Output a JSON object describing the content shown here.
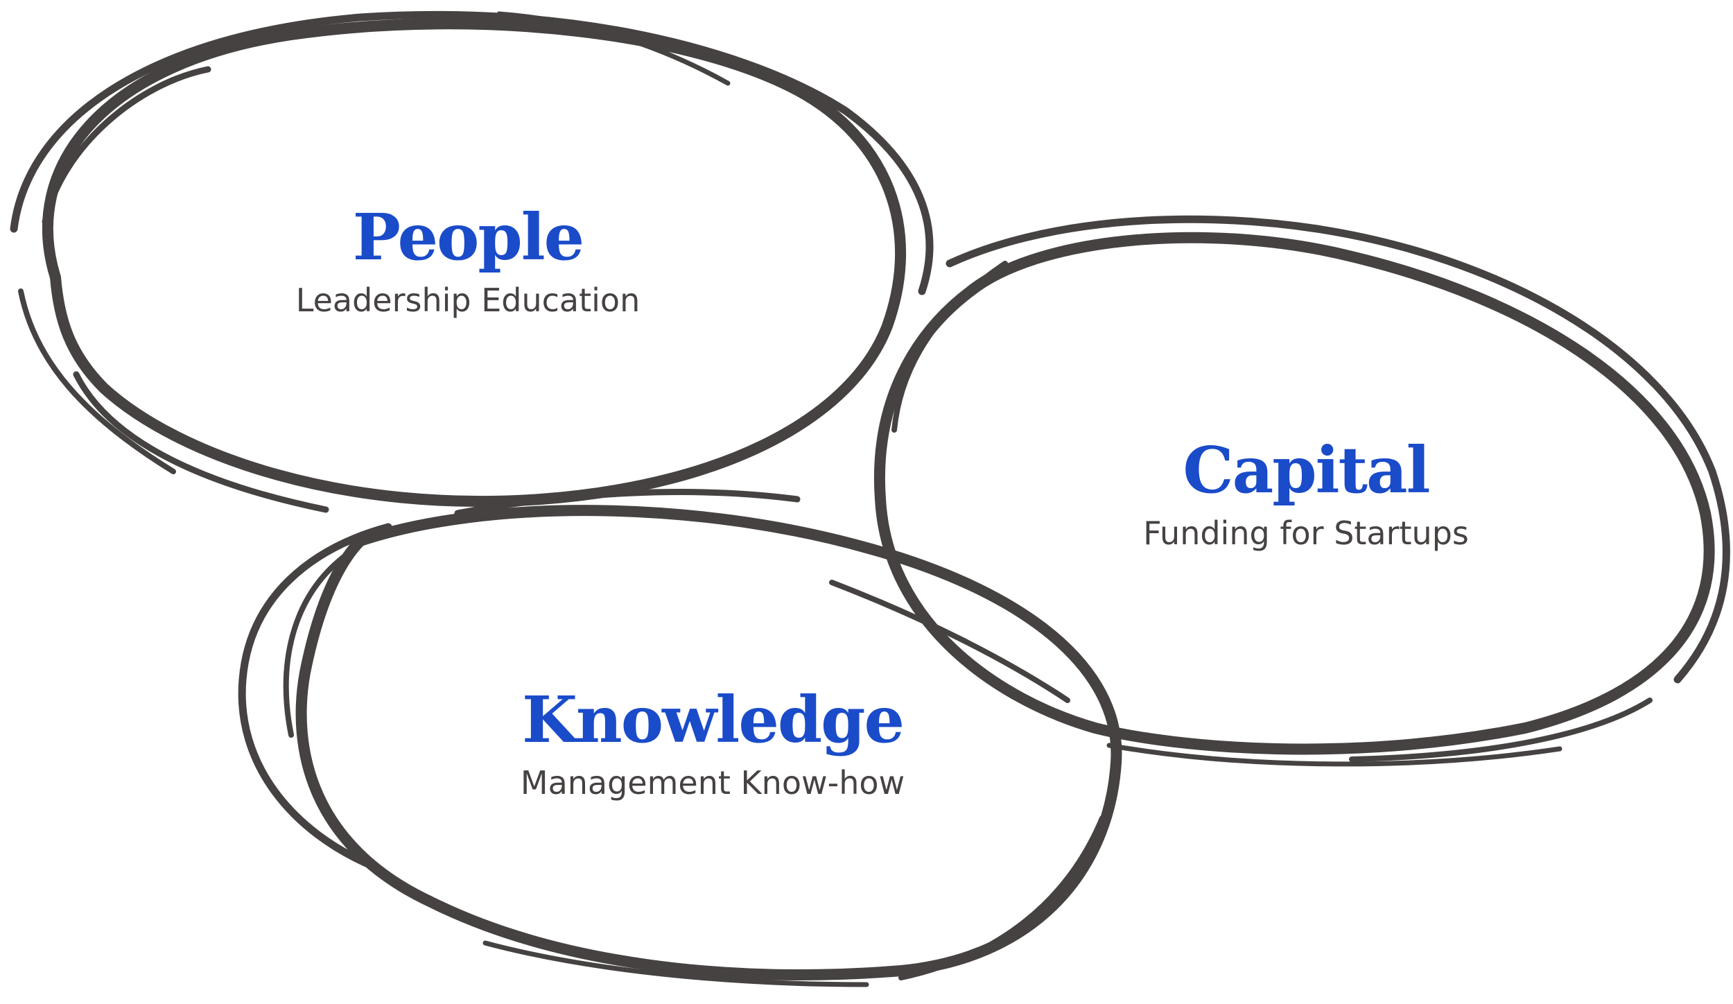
{
  "diagram": {
    "type": "overlapping-hand-drawn-ellipses",
    "stroke_color": "#454241",
    "title_color": "#1a4bc9",
    "subtitle_color": "#454241",
    "background": "#ffffff",
    "circles": [
      {
        "id": "people",
        "title": "People",
        "subtitle": "Leadership Education"
      },
      {
        "id": "capital",
        "title": "Capital",
        "subtitle": "Funding for Startups"
      },
      {
        "id": "knowledge",
        "title": "Knowledge",
        "subtitle": "Management Know-how"
      }
    ]
  }
}
